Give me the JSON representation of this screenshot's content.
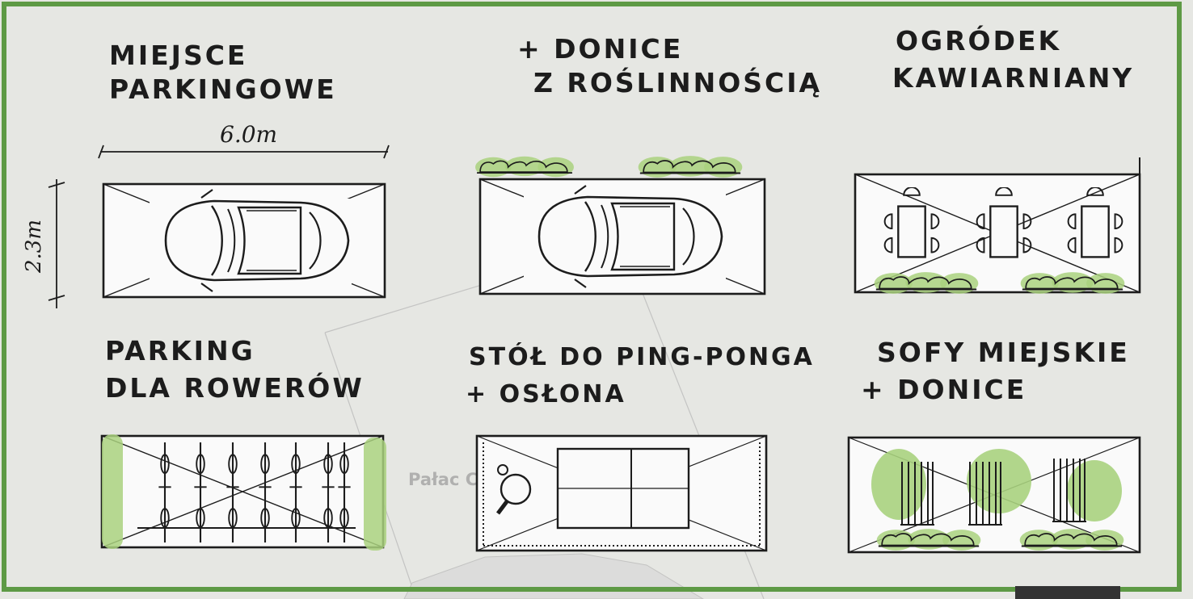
{
  "colors": {
    "frame": "#5e9a45",
    "background": "#e6e7e3",
    "plant": "#a9d17e",
    "ink": "#1c1c1c"
  },
  "panels": [
    {
      "title_line1": "MIEJSCE",
      "title_line2": "PARKINGOWE",
      "content": "car-icon"
    },
    {
      "title_line1": "+ DONICE",
      "title_line2": "Z ROŚLINNOŚCIĄ",
      "content": "car-with-planters"
    },
    {
      "title_line1": "OGRÓDEK",
      "title_line2": "KAWIARNIANY",
      "content": "cafe-tables"
    },
    {
      "title_line1": "PARKING",
      "title_line2": "DLA ROWERÓW",
      "content": "bicycle-icon"
    },
    {
      "title_line1": "STÓŁ DO PING-PONGA",
      "title_line2": "+ OSŁONA",
      "content": "ping-pong-table"
    },
    {
      "title_line1": "SOFY MIEJSKIE",
      "title_line2": "+ DONICE",
      "content": "bench-icon"
    }
  ],
  "dimensions": {
    "width": "6.0m",
    "depth": "2.3m"
  },
  "map_label": "Pałac Cukrowników"
}
